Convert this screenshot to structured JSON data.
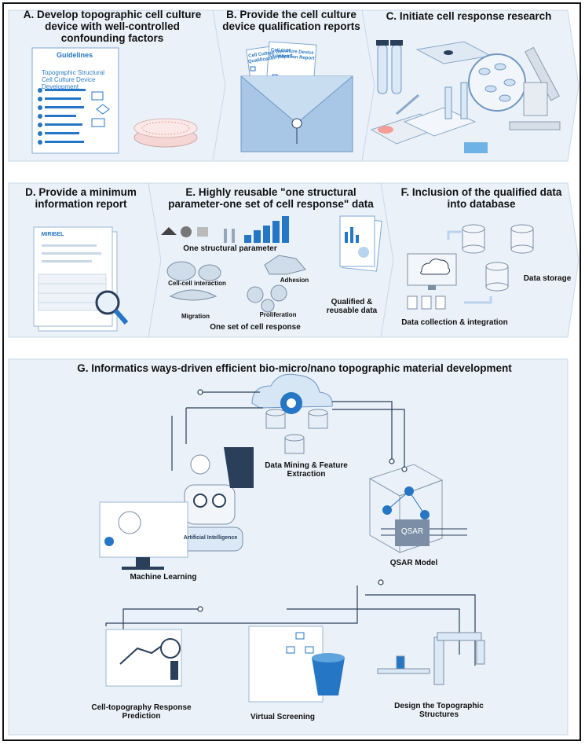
{
  "panels": {
    "a": {
      "title": "A. Develop topographic cell culture device with well-controlled confounding factors",
      "doc_title": "Guidelines",
      "doc_subtitle": "Topographic Structural Cell Culture Device Development"
    },
    "b": {
      "title": "B. Provide the cell culture device qualification reports",
      "doc1": "Cell Culture Device Qualification Report",
      "doc2": "Cell Culture Device Qualification Report"
    },
    "c": {
      "title": "C. Initiate cell response research"
    },
    "d": {
      "title": "D. Provide a minimum information report",
      "doc_title": "MIRIBEL"
    },
    "e": {
      "title": "E. Highly reusable \"one structural parameter-one set of cell response\" data",
      "structural": "One structural parameter",
      "cell_cell": "Cell-cell interaction",
      "adhesion": "Adhesion",
      "migration": "Migration",
      "proliferation": "Proliferation",
      "cell_response": "One set of cell response",
      "qualified": "Qualified & reusable data"
    },
    "f": {
      "title": "F. Inclusion of the qualified data into database",
      "storage": "Data storage",
      "collection": "Data collection & integration"
    },
    "g": {
      "title": "G. Informatics ways-driven efficient bio-micro/nano topographic material development",
      "mining": "Data Mining & Feature Extraction",
      "ai": "Artificial Intelligence",
      "ml": "Machine Learning",
      "qsar_chip": "QSAR",
      "qsar": "QSAR Model",
      "prediction": "Cell-topography Response Prediction",
      "screening": "Virtual Screening",
      "design": "Design the Topographic Structures"
    }
  },
  "colors": {
    "panel_bg": "#eaf1f9",
    "accent": "#2576c4",
    "dark": "#2a3f5a",
    "light": "#b9d4ee",
    "red": "#e05a4a"
  }
}
